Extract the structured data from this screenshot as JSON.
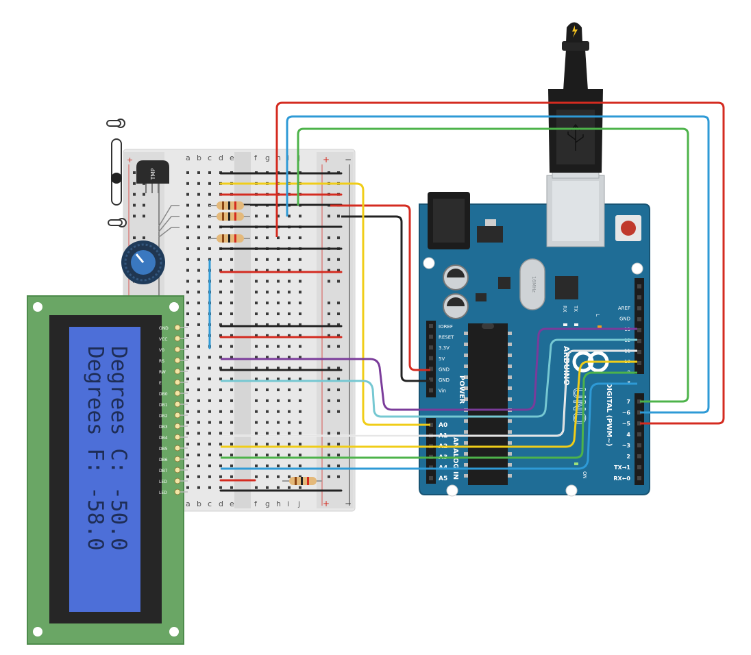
{
  "lcd": {
    "line1": "Degrees C: -50.0",
    "line2": "Degrees F: -58.0",
    "pins": [
      "GND",
      "VCC",
      "V0",
      "RS",
      "RW",
      "E",
      "DB0",
      "DB1",
      "DB2",
      "DB3",
      "DB4",
      "DB5",
      "DB6",
      "DB7",
      "LED",
      "LED"
    ]
  },
  "breadboard": {
    "col_letters_left": [
      "a",
      "b",
      "c",
      "d",
      "e"
    ],
    "col_letters_right": [
      "f",
      "g",
      "h",
      "i",
      "j"
    ],
    "rail_plus": "+",
    "rail_minus": "−"
  },
  "sensor": {
    "label": "TMP"
  },
  "arduino": {
    "brand": "ARDUINO",
    "model": "UNO",
    "power_header_title": "POWER",
    "power_pins": [
      "IOREF",
      "RESET",
      "3.3V",
      "5V",
      "GND",
      "GND",
      "Vin"
    ],
    "analog_header_title": "ANALOG IN",
    "analog_pins": [
      "A0",
      "A1",
      "A2",
      "A3",
      "A4",
      "A5"
    ],
    "top_pins": [
      "AREF",
      "GND",
      "13",
      "12",
      "~11",
      "~10",
      "~9",
      "8"
    ],
    "digital_pins": [
      "7",
      "~6",
      "~5",
      "4",
      "~3",
      "2",
      "TX→1",
      "RX←0"
    ],
    "digital_title": "DIGITAL (PWM~)",
    "indicator_L": "L",
    "indicator_TX": "TX",
    "indicator_RX": "RX",
    "indicator_ON": "ON",
    "crystal": "16MHz"
  },
  "colors": {
    "red": "#d42b20",
    "blue": "#2e9ad6",
    "green": "#4db34a",
    "yellow": "#f0cd18",
    "black": "#222222",
    "purple": "#7a3b9a",
    "cyan": "#76c8d2",
    "white": "#f4f4f4",
    "board_blue": "#1f6d96",
    "lcd_pcb": "#6aa665",
    "lcd_screen": "#4d6fd8"
  }
}
